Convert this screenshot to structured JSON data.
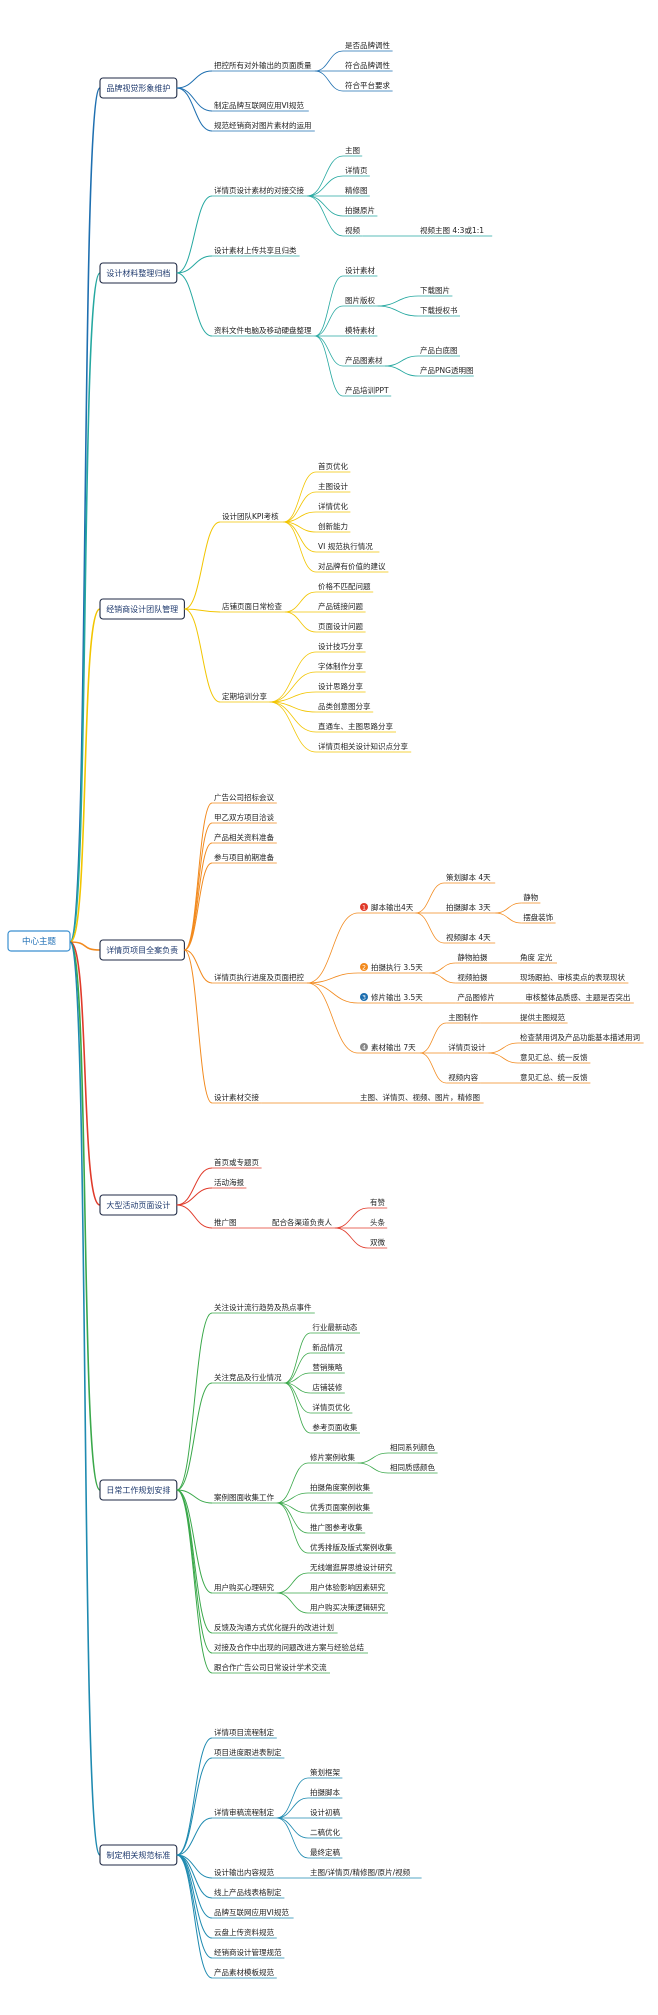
{
  "root": "中心主题",
  "colors": {
    "root": "#3a8fd0",
    "b1": "#1e6fb0",
    "b2": "#25a8a0",
    "b3": "#f2c500",
    "b4": "#f28a1e",
    "b5": "#e03a2a",
    "b6": "#3aa84a",
    "b7": "#1e8ab0",
    "badge_red": "#e03a2a",
    "badge_orange": "#f28a1e",
    "badge_blue": "#1e6fb0",
    "badge_grey": "#888888"
  },
  "branches": [
    {
      "label": "品牌视觉形象维护",
      "children": [
        {
          "label": "把控所有对外输出的页面质量",
          "children": [
            {
              "label": "是否品牌调性"
            },
            {
              "label": "符合品牌调性"
            },
            {
              "label": "符合平台要求"
            }
          ]
        },
        {
          "label": "制定品牌互联网应用VI规范"
        },
        {
          "label": "规范经销商对图片素材的运用"
        }
      ]
    },
    {
      "label": "设计材料整理归档",
      "children": [
        {
          "label": "详情页设计素材的对接交接",
          "children": [
            {
              "label": "主图"
            },
            {
              "label": "详情页"
            },
            {
              "label": "精修图"
            },
            {
              "label": "拍摄原片"
            },
            {
              "label": "视频",
              "children": [
                {
                  "label": "视频主图 4:3或1:1"
                }
              ]
            }
          ]
        },
        {
          "label": "设计素材上传共享且归类"
        },
        {
          "label": "资料文件电脑及移动硬盘整理",
          "children": [
            {
              "label": "设计素材"
            },
            {
              "label": "图片版权",
              "children": [
                {
                  "label": "下载图片"
                },
                {
                  "label": "下载授权书"
                }
              ]
            },
            {
              "label": "模特素材"
            },
            {
              "label": "产品图素材",
              "children": [
                {
                  "label": "产品白底图"
                },
                {
                  "label": "产品PNG透明图"
                }
              ]
            },
            {
              "label": "产品培训PPT"
            }
          ]
        }
      ]
    },
    {
      "label": "经销商设计团队管理",
      "children": [
        {
          "label": "设计团队KPI考核",
          "children": [
            {
              "label": "首页优化"
            },
            {
              "label": "主图设计"
            },
            {
              "label": "详情优化"
            },
            {
              "label": "创新能力"
            },
            {
              "label": "VI 规范执行情况"
            },
            {
              "label": "对品牌有价值的建议"
            }
          ]
        },
        {
          "label": "店铺页面日常检查",
          "children": [
            {
              "label": "价格不匹配问题"
            },
            {
              "label": "产品链接问题"
            },
            {
              "label": "页面设计问题"
            }
          ]
        },
        {
          "label": "定期培训分享",
          "children": [
            {
              "label": "设计技巧分享"
            },
            {
              "label": "字体制作分享"
            },
            {
              "label": "设计思路分享"
            },
            {
              "label": "品类创意图分享"
            },
            {
              "label": "直通车、主图思路分享"
            },
            {
              "label": "详情页相关设计知识点分享"
            }
          ]
        }
      ]
    },
    {
      "label": "详情页项目全案负责",
      "children": [
        {
          "label": "广告公司招标会议"
        },
        {
          "label": "甲乙双方项目洽谈"
        },
        {
          "label": "产品相关资料准备"
        },
        {
          "label": "参与项目前期准备"
        },
        {
          "label": "详情页执行进度及页面把控",
          "children": [
            {
              "label": "脚本输出4天",
              "badge": "1",
              "children": [
                {
                  "label": "策划脚本 4天"
                },
                {
                  "label": "拍摄脚本 3天",
                  "children": [
                    {
                      "label": "静物"
                    },
                    {
                      "label": "摆盘装饰"
                    }
                  ]
                },
                {
                  "label": "视频脚本 4天"
                }
              ]
            },
            {
              "label": "拍摄执行 3.5天",
              "badge": "2",
              "children": [
                {
                  "label": "静物拍摄",
                  "children": [
                    {
                      "label": "角度 定光"
                    }
                  ]
                },
                {
                  "label": "视频拍摄",
                  "children": [
                    {
                      "label": "现场跟拍、审核卖点的表现现状"
                    }
                  ]
                }
              ]
            },
            {
              "label": "修片输出 3.5天",
              "badge": "3",
              "children": [
                {
                  "label": "产品图修片",
                  "children": [
                    {
                      "label": "审核整体品质感、主题是否突出"
                    }
                  ]
                }
              ]
            },
            {
              "label": "素材输出 7天",
              "badge": "4",
              "children": [
                {
                  "label": "主图制作",
                  "children": [
                    {
                      "label": "提供主图规范"
                    }
                  ]
                },
                {
                  "label": "详情页设计",
                  "children": [
                    {
                      "label": "检查禁用词及产品功能基本描述用词"
                    },
                    {
                      "label": "意见汇总、统一反馈"
                    }
                  ]
                },
                {
                  "label": "视频内容",
                  "children": [
                    {
                      "label": "意见汇总、统一反馈"
                    }
                  ]
                }
              ]
            }
          ]
        },
        {
          "label": "设计素材交接",
          "children": [
            {
              "label": "主图、详情页、视频、图片，精修图"
            }
          ]
        }
      ]
    },
    {
      "label": "大型活动页面设计",
      "children": [
        {
          "label": "首页或专题页"
        },
        {
          "label": "活动海报"
        },
        {
          "label": "推广图",
          "children": [
            {
              "label": "配合各渠道负责人",
              "children": [
                {
                  "label": "有赞"
                },
                {
                  "label": "头条"
                },
                {
                  "label": "双微"
                }
              ]
            }
          ]
        }
      ]
    },
    {
      "label": "日常工作规划安排",
      "children": [
        {
          "label": "关注设计流行趋势及热点事件"
        },
        {
          "label": "关注竞品及行业情况",
          "children": [
            {
              "label": "行业最新动态"
            },
            {
              "label": "新品情况"
            },
            {
              "label": "营销策略"
            },
            {
              "label": "店铺装修"
            },
            {
              "label": "详情页优化"
            },
            {
              "label": "参考页面收集"
            }
          ]
        },
        {
          "label": "案例图面收集工作",
          "children": [
            {
              "label": "修片案例收集",
              "children": [
                {
                  "label": "相同系列颜色"
                },
                {
                  "label": "相同质感颜色"
                }
              ]
            },
            {
              "label": "拍摄角度案例收集"
            },
            {
              "label": "优秀页面案例收集"
            },
            {
              "label": "推广图参考收集"
            },
            {
              "label": "优秀排版及版式案例收集"
            }
          ]
        },
        {
          "label": "用户购买心理研究",
          "children": [
            {
              "label": "无线端逛屏思维设计研究"
            },
            {
              "label": "用户体验影响因素研究"
            },
            {
              "label": "用户购买决策逻辑研究"
            }
          ]
        },
        {
          "label": "反馈及沟通方式优化提升的改进计划"
        },
        {
          "label": "对接及合作中出现的问题改进方案与经验总结"
        },
        {
          "label": "跟合作广告公司日常设计学术交流"
        }
      ]
    },
    {
      "label": "制定相关规范标准",
      "children": [
        {
          "label": "详情项目流程制定"
        },
        {
          "label": "项目进度跟进表制定"
        },
        {
          "label": "详情审稿流程制定",
          "children": [
            {
              "label": "策划框架"
            },
            {
              "label": "拍摄脚本"
            },
            {
              "label": "设计初稿"
            },
            {
              "label": "二稿优化"
            },
            {
              "label": "最终定稿"
            }
          ]
        },
        {
          "label": "设计输出内容规范",
          "children": [
            {
              "label": "主图/详情页/精修图/原片/视频"
            }
          ]
        },
        {
          "label": "线上产品线表格制定"
        },
        {
          "label": "品牌互联网应用VI规范"
        },
        {
          "label": "云盘上传资料规范"
        },
        {
          "label": "经销商设计管理规范"
        },
        {
          "label": "产品素材模板规范"
        }
      ]
    }
  ]
}
